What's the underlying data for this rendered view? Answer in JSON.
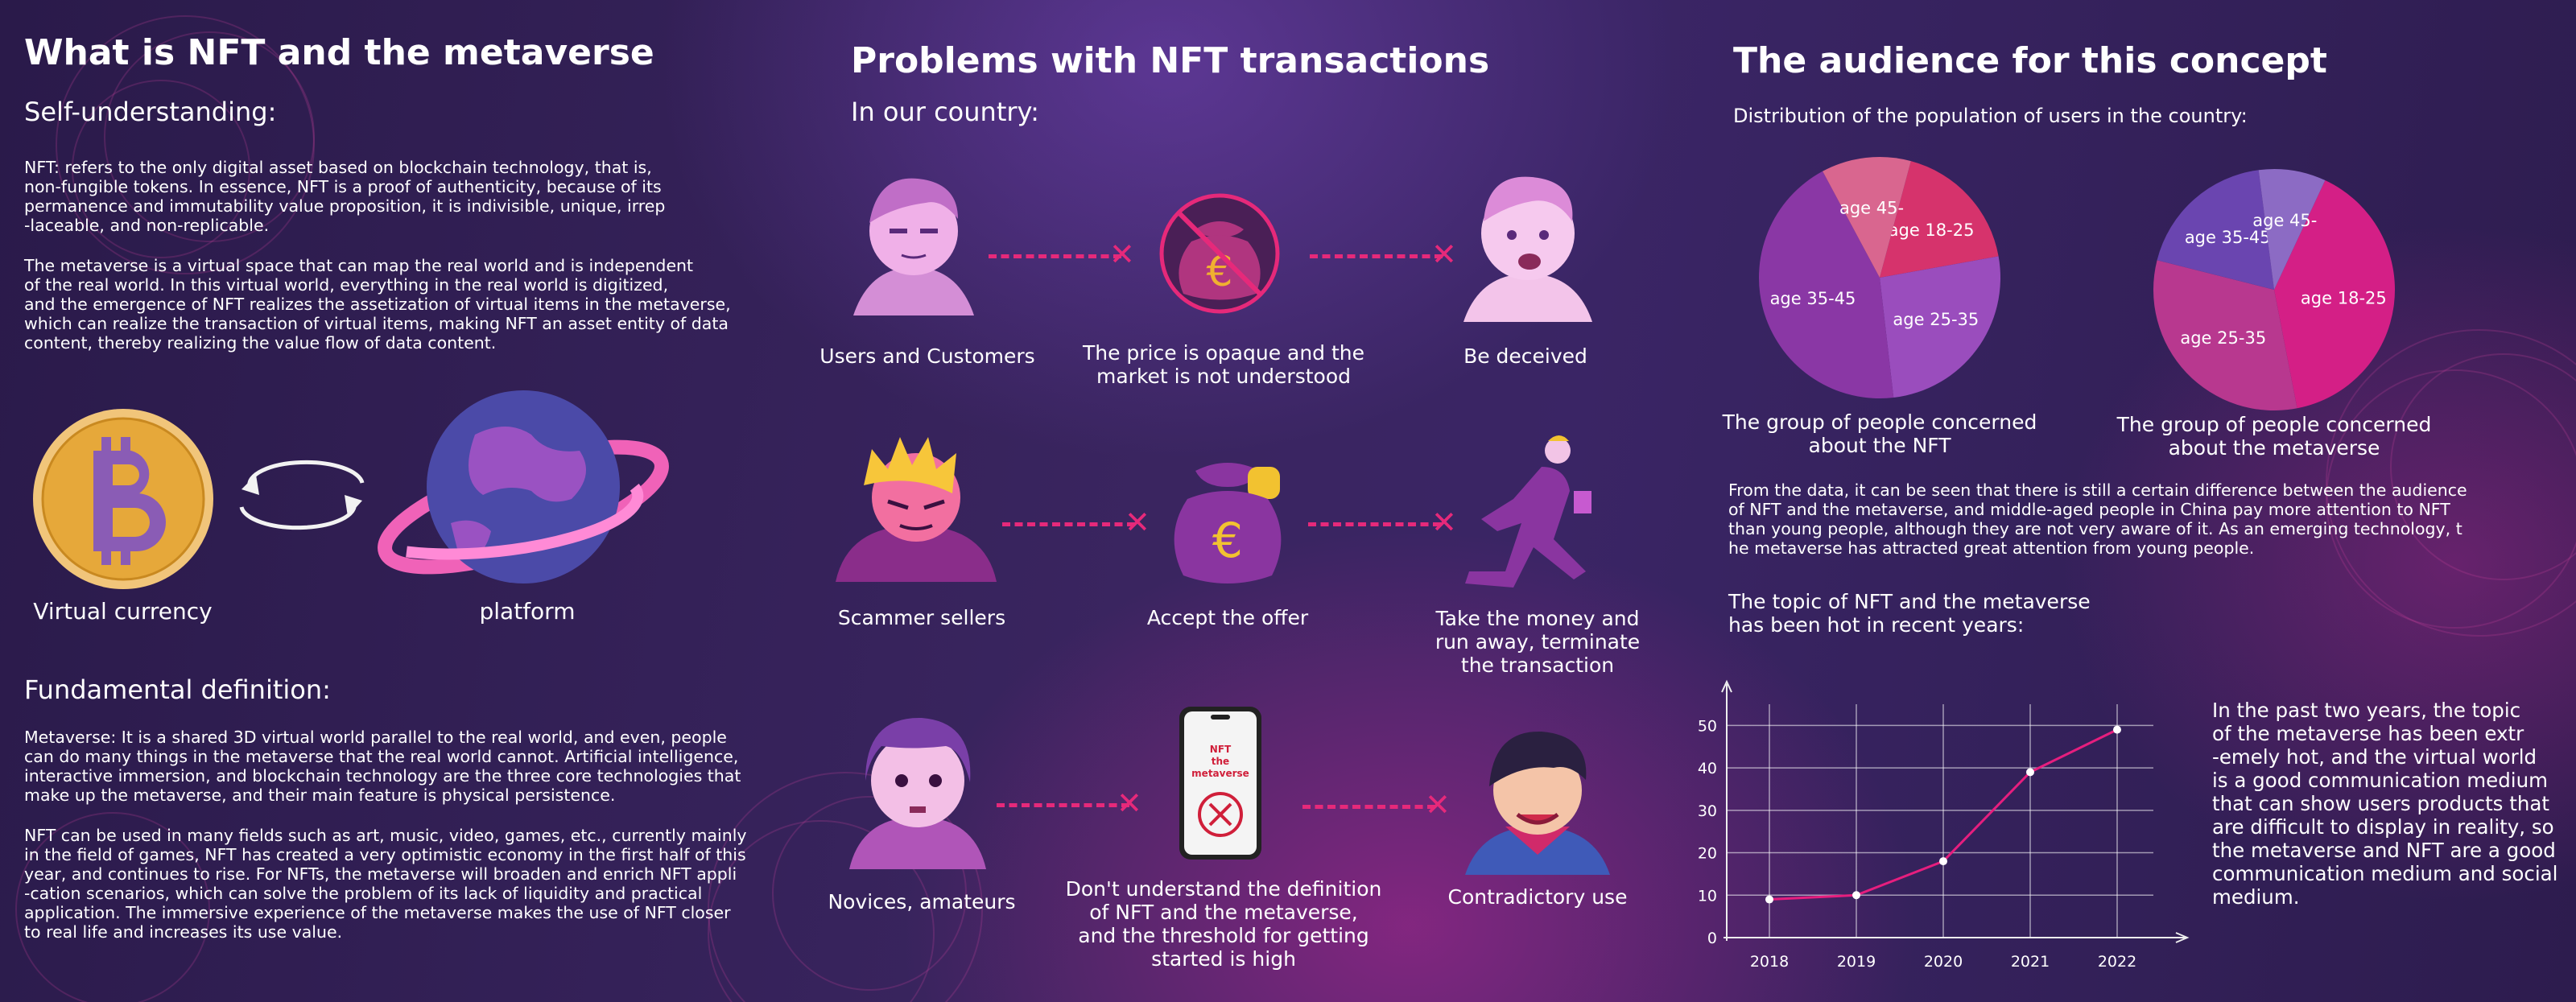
{
  "left": {
    "title": "What is NFT and the metaverse",
    "self_heading": "Self-understanding:",
    "para1": "NFT: refers to the only digital asset based on blockchain technology, that is,\nnon-fungible tokens. In essence, NFT is a proof of authenticity, because of its\npermanence and immutability value proposition, it is indivisible, unique, irrep\n-laceable, and non-replicable.",
    "para2": "The metaverse is a virtual space that can map the real world and is independent\nof the real world. In this virtual world, everything in the real world is digitized,\nand the emergence of NFT realizes the assetization of virtual items in the metaverse,\nwhich can realize the transaction of virtual items, making NFT an asset entity of data\ncontent, thereby realizing the value flow of data content.",
    "coin_label": "Virtual currency",
    "planet_label": "platform",
    "fund_heading": "Fundamental definition:",
    "para3": "Metaverse: It is a shared 3D virtual world parallel to the real world, and even, people\ncan do many things in the metaverse that the real world cannot. Artificial intelligence,\ninteractive immersion, and blockchain technology are the three core technologies that\nmake up the metaverse, and their main feature is physical persistence.",
    "para4": "NFT can be used in many fields such as art, music, video, games, etc., currently mainly\nin the field of games, NFT has created a very optimistic economy in the first half of this\nyear, and continues to rise. For NFTs, the metaverse will broaden and enrich NFT appli\n-cation scenarios, which can solve the problem of its lack of liquidity and practical\napplication. The immersive experience of the metaverse makes the use of NFT closer\nto real life and increases its use value."
  },
  "middle": {
    "title": "Problems with NFT transactions",
    "subtitle": "In our country:",
    "row1": [
      "Users and Customers",
      "The price is opaque and the\nmarket is not understood",
      "Be deceived"
    ],
    "row2": [
      "Scammer sellers",
      "Accept the offer",
      "Take the money and\nrun away, terminate\nthe transaction"
    ],
    "row3": [
      "Novices, amateurs",
      "Don't understand the definition\nof NFT and the metaverse,\nand the threshold for getting\nstarted is high",
      "Contradictory use"
    ],
    "phone_text": "NFT\nthe metaverse",
    "euro": "€",
    "cross": "✕"
  },
  "right": {
    "title": "The audience for this concept",
    "dist_label": "Distribution of the population of users in the country:",
    "pie1_caption": "The group of people concerned\nabout the NFT",
    "pie2_caption": "The group of people concerned\nabout the metaverse",
    "pie_labels": [
      "age 18-25",
      "age 25-35",
      "age 35-45",
      "age 45-"
    ],
    "analysis": "From the data, it can be seen that there is still a certain difference between the audience\nof NFT and the metaverse, and middle-aged people in China pay more attention to NFT\nthan young people, although they are not very aware of it. As an emerging technology, t\nhe metaverse has attracted great attention from young people.",
    "topic": "The topic of NFT and the metaverse\nhas been hot in recent years:",
    "side_text": "In the past two years, the topic\nof the metaverse has been extr\n-emely hot, and the virtual world\nis a good communication medium\nthat can show users products that\nare difficult to display in reality, so\nthe metaverse and NFT are a good\ncommunication medium and social\nmedium."
  },
  "chart_data": [
    {
      "type": "pie",
      "caption": "The group of people concerned about the NFT",
      "labels": [
        "age 18-25",
        "age 25-35",
        "age 35-45",
        "age 45-"
      ],
      "values": [
        18,
        26,
        44,
        12
      ],
      "colors": [
        "#d6336c",
        "#9a4dbd",
        "#8a37a5",
        "#d9668f"
      ]
    },
    {
      "type": "pie",
      "caption": "The group of people concerned about the metaverse",
      "labels": [
        "age 18-25",
        "age 25-35",
        "age 35-45",
        "age 45-"
      ],
      "values": [
        40,
        32,
        19,
        9
      ],
      "colors": [
        "#d41f86",
        "#b8388f",
        "#6a45b0",
        "#8c6bc4"
      ]
    },
    {
      "type": "line",
      "x": [
        "2018",
        "2019",
        "2020",
        "2021",
        "2022"
      ],
      "values": [
        9,
        10,
        18,
        39,
        49
      ],
      "ylim": [
        0,
        55
      ],
      "yticks": [
        0,
        10,
        20,
        30,
        40,
        50
      ],
      "grid": true,
      "color": "#e61e7e"
    }
  ]
}
